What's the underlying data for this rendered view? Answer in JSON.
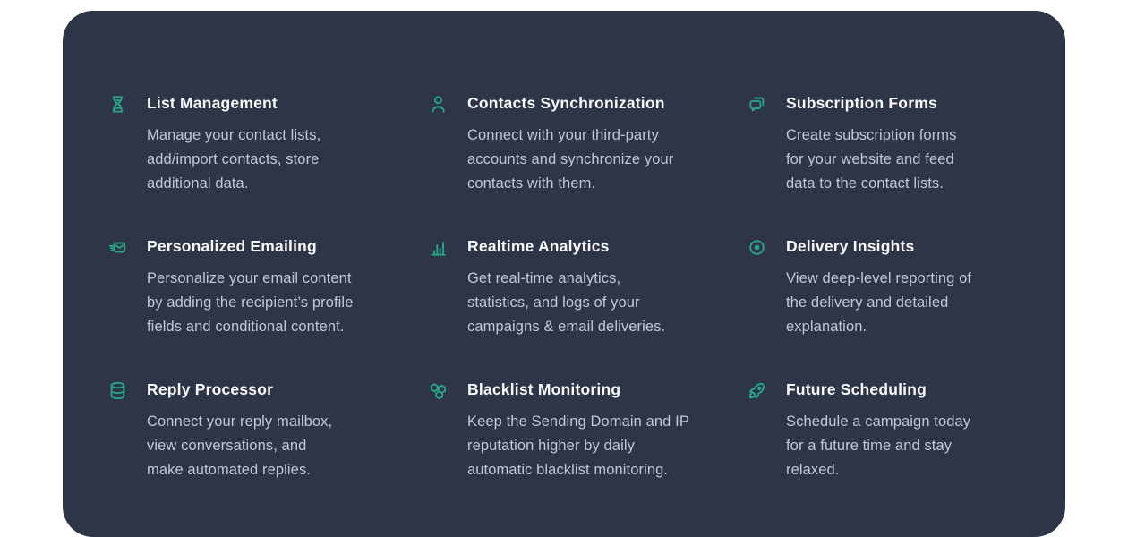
{
  "page": {
    "background_color": "#ffffff"
  },
  "card": {
    "background_color": "#2d3547",
    "accent_color": "#29a383",
    "title_color": "#f6f8fa",
    "body_color": "#c2c9d2",
    "features": [
      {
        "icon": "dna-list-icon",
        "title": "List Management",
        "description": "Manage your contact lists,\nadd/import contacts, store\nadditional data."
      },
      {
        "icon": "user-icon",
        "title": "Contacts Synchronization",
        "description": "Connect with your third-party\naccounts and synchronize your\ncontacts with them."
      },
      {
        "icon": "chat-bubbles-icon",
        "title": "Subscription Forms",
        "description": "Create subscription forms\nfor your website and feed\ndata to the contact lists."
      },
      {
        "icon": "mail-send-icon",
        "title": "Personalized Emailing",
        "description": "Personalize your email content\nby adding the recipient’s profile\nfields and conditional content."
      },
      {
        "icon": "bar-chart-icon",
        "title": "Realtime Analytics",
        "description": "Get real-time analytics,\nstatistics, and logs of your\ncampaigns & email deliveries."
      },
      {
        "icon": "target-icon",
        "title": "Delivery Insights",
        "description": "View deep-level reporting of\nthe delivery and detailed\nexplanation."
      },
      {
        "icon": "database-icon",
        "title": "Reply Processor",
        "description": "Connect your reply mailbox,\nview conversations, and\nmake automated replies."
      },
      {
        "icon": "hexagons-icon",
        "title": "Blacklist Monitoring",
        "description": "Keep the Sending Domain and IP\nreputation higher by daily\nautomatic blacklist monitoring."
      },
      {
        "icon": "rocket-icon",
        "title": "Future Scheduling",
        "description": "Schedule a campaign today\nfor a future time and stay\nrelaxed."
      }
    ]
  }
}
